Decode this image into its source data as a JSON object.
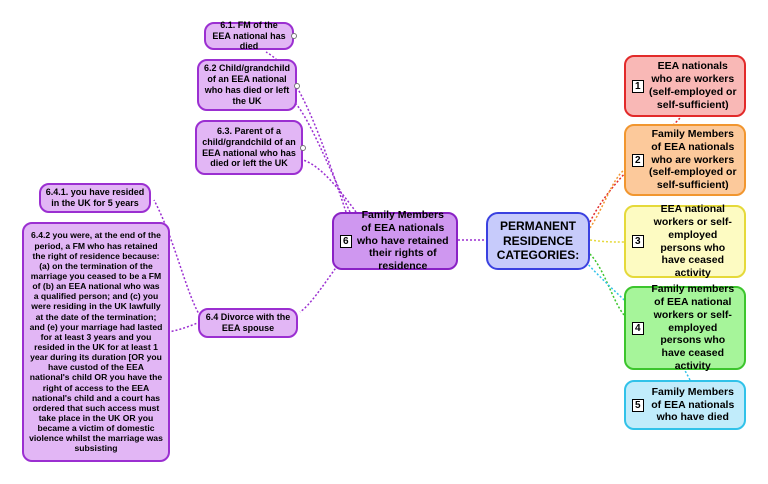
{
  "center": {
    "label": "PERMANENT RESIDENCE CATEGORIES:"
  },
  "categories": [
    {
      "num": "1",
      "label": "EEA nationals who are workers (self-employed or self-sufficient)"
    },
    {
      "num": "2",
      "label": "Family Members of EEA nationals who are workers (self-employed or self-sufficient)"
    },
    {
      "num": "3",
      "label": "EEA national workers or self-employed persons who have ceased activity"
    },
    {
      "num": "4",
      "label": "Family members of EEA national workers or self-employed persons who have ceased activity"
    },
    {
      "num": "5",
      "label": "Family Members of EEA nationals who have died"
    }
  ],
  "fm6": {
    "num": "6",
    "label": "Family Members of EEA nationals who have retained their rights of residence"
  },
  "sub": {
    "s61": "6.1. FM of the EEA national has died",
    "s62": "6.2 Child/grandchild of an EEA national who has died or left the UK",
    "s63": "6.3. Parent of a child/grandchild of an EEA national who has died or left the UK",
    "s64": "6.4 Divorce with the EEA spouse",
    "s641": "6.4.1. you have resided in the UK for 5 years",
    "s642": "6.4.2 you were, at the end of the period, a FM who has retained the right of residence because: (a) on the termination of the marriage you ceased to be a FM of (b) an EEA national who was a qualified person; and (c) you were residing in the UK lawfully at the date of the termination; and (e) your marriage had lasted for at least 3 years and you resided in the UK for at least 1 year during its duration [OR you have custod of the EEA national's child OR you have the right of access to the EEA national's child and a court has ordered that such access must take place in the UK OR you became a victim of domestic violence whilst the marriage was subsisting"
  },
  "colors": {
    "purple": "#9b2fd1",
    "red": "#e22a2a",
    "orange": "#f1962f",
    "yellow": "#e5d93a",
    "green": "#3cc52d",
    "cyan": "#31c2e9",
    "blue": "#3a41e0"
  }
}
